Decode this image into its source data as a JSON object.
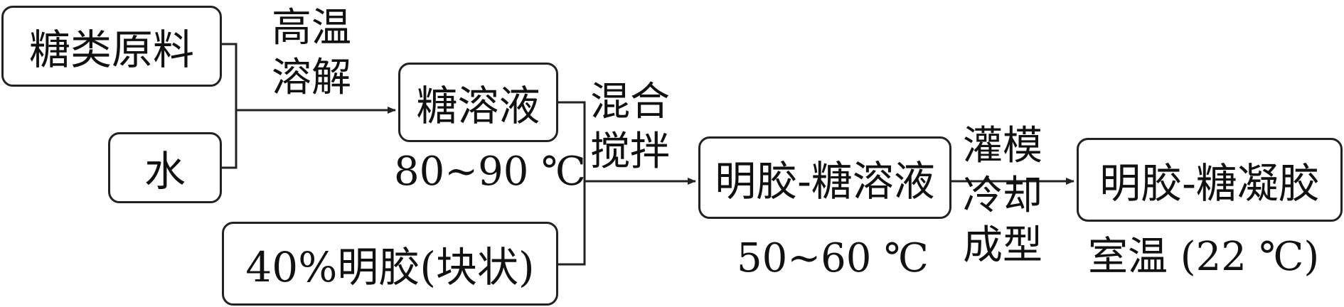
{
  "nodes": {
    "sugar_material": "糖类原料",
    "water": "水",
    "sugar_solution": "糖溶液",
    "gelatin": "40%明胶(块状)",
    "gelatin_sugar_solution": "明胶-糖溶液",
    "gelatin_sugar_gel": "明胶-糖凝胶"
  },
  "steps": {
    "dissolve": [
      "高温",
      "溶解"
    ],
    "mix": [
      "混合",
      "搅拌"
    ],
    "mold": [
      "灌模",
      "冷却",
      "成型"
    ]
  },
  "temperatures": {
    "sugar_solution": "80~90 ℃",
    "gelatin_sugar_solution": "50~60 ℃",
    "gel": "室温 (22 ℃)"
  }
}
